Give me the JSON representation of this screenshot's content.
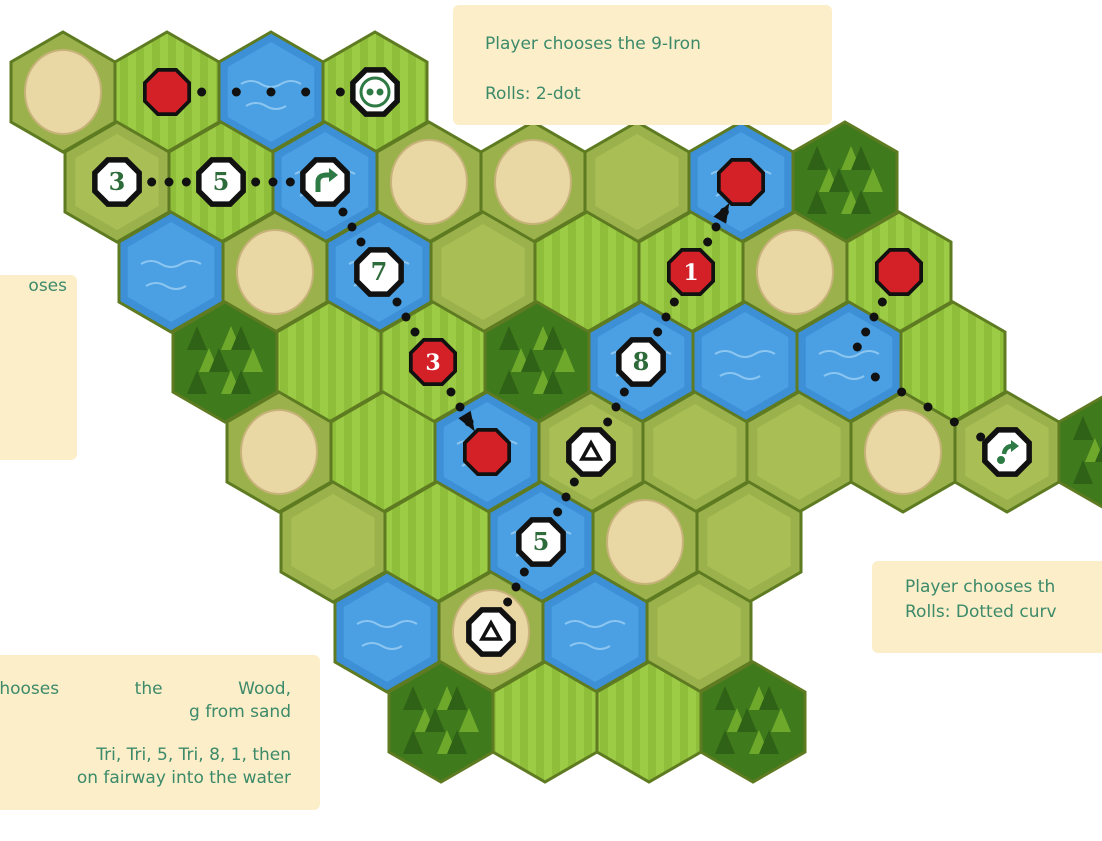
{
  "notes": {
    "top": {
      "line1": "Player chooses the 9-Iron",
      "line2": "Rolls: 2-dot"
    },
    "left": {
      "line1": "oses"
    },
    "right": {
      "line1": "Player chooses th",
      "line2": "Rolls: Dotted curv"
    },
    "bottom": {
      "line1": "chooses   the   Wood,",
      "line2": "g from sand",
      "line3": "Tri, Tri, 5, Tri, 8, 1, then",
      "line4": "on fairway into the water"
    }
  },
  "terrain_colors": {
    "fairway": "#8fbf3a",
    "rough": "#9bb24c",
    "water": "#3d8fd6",
    "sand": "#e9d7a4",
    "trees": "#3f7a1c",
    "outline": "#5e7b22",
    "red_marker": "#d42027"
  },
  "tiles": [
    {
      "row": 0,
      "col": 0,
      "terrain": "sand"
    },
    {
      "row": 0,
      "col": 1,
      "terrain": "fairway"
    },
    {
      "row": 0,
      "col": 2,
      "terrain": "water"
    },
    {
      "row": 0,
      "col": 3,
      "terrain": "fairway"
    },
    {
      "row": 1,
      "col": 0,
      "terrain": "rough"
    },
    {
      "row": 1,
      "col": 1,
      "terrain": "fairway"
    },
    {
      "row": 1,
      "col": 2,
      "terrain": "water"
    },
    {
      "row": 1,
      "col": 3,
      "terrain": "sand"
    },
    {
      "row": 1,
      "col": 4,
      "terrain": "sand"
    },
    {
      "row": 1,
      "col": 5,
      "terrain": "rough"
    },
    {
      "row": 1,
      "col": 6,
      "terrain": "water"
    },
    {
      "row": 1,
      "col": 7,
      "terrain": "trees"
    },
    {
      "row": 2,
      "col": 0,
      "terrain": "water"
    },
    {
      "row": 2,
      "col": 1,
      "terrain": "sand"
    },
    {
      "row": 2,
      "col": 2,
      "terrain": "water"
    },
    {
      "row": 2,
      "col": 3,
      "terrain": "rough"
    },
    {
      "row": 2,
      "col": 4,
      "terrain": "fairway"
    },
    {
      "row": 2,
      "col": 5,
      "terrain": "fairway"
    },
    {
      "row": 2,
      "col": 6,
      "terrain": "sand"
    },
    {
      "row": 2,
      "col": 7,
      "terrain": "fairway"
    },
    {
      "row": 3,
      "col": 0,
      "terrain": "trees"
    },
    {
      "row": 3,
      "col": 1,
      "terrain": "fairway"
    },
    {
      "row": 3,
      "col": 2,
      "terrain": "fairway"
    },
    {
      "row": 3,
      "col": 3,
      "terrain": "trees"
    },
    {
      "row": 3,
      "col": 4,
      "terrain": "water"
    },
    {
      "row": 3,
      "col": 5,
      "terrain": "water"
    },
    {
      "row": 3,
      "col": 6,
      "terrain": "water"
    },
    {
      "row": 3,
      "col": 7,
      "terrain": "fairway"
    },
    {
      "row": 4,
      "col": 0,
      "terrain": "sand"
    },
    {
      "row": 4,
      "col": 1,
      "terrain": "fairway"
    },
    {
      "row": 4,
      "col": 2,
      "terrain": "water"
    },
    {
      "row": 4,
      "col": 3,
      "terrain": "rough"
    },
    {
      "row": 4,
      "col": 4,
      "terrain": "rough"
    },
    {
      "row": 4,
      "col": 5,
      "terrain": "rough"
    },
    {
      "row": 4,
      "col": 6,
      "terrain": "sand"
    },
    {
      "row": 4,
      "col": 7,
      "terrain": "rough"
    },
    {
      "row": 4,
      "col": 8,
      "terrain": "trees"
    },
    {
      "row": 5,
      "col": 0,
      "terrain": "rough"
    },
    {
      "row": 5,
      "col": 1,
      "terrain": "fairway"
    },
    {
      "row": 5,
      "col": 2,
      "terrain": "water"
    },
    {
      "row": 5,
      "col": 3,
      "terrain": "sand"
    },
    {
      "row": 5,
      "col": 4,
      "terrain": "rough"
    },
    {
      "row": 6,
      "col": 0,
      "terrain": "water"
    },
    {
      "row": 6,
      "col": 1,
      "terrain": "sand"
    },
    {
      "row": 6,
      "col": 2,
      "terrain": "water"
    },
    {
      "row": 6,
      "col": 3,
      "terrain": "rough"
    },
    {
      "row": 7,
      "col": 0,
      "terrain": "trees"
    },
    {
      "row": 7,
      "col": 1,
      "terrain": "fairway"
    },
    {
      "row": 7,
      "col": 2,
      "terrain": "fairway"
    },
    {
      "row": 7,
      "col": 3,
      "terrain": "trees"
    }
  ],
  "die_faces": [
    {
      "row": 1,
      "col": 0,
      "kind": "number",
      "label": "3"
    },
    {
      "row": 1,
      "col": 1,
      "kind": "number",
      "label": "5"
    },
    {
      "row": 1,
      "col": 2,
      "kind": "curve-arrow",
      "label": ""
    },
    {
      "row": 0,
      "col": 3,
      "kind": "two-dot",
      "label": ""
    },
    {
      "row": 2,
      "col": 2,
      "kind": "number",
      "label": "7"
    },
    {
      "row": 3,
      "col": 4,
      "kind": "number",
      "label": "8"
    },
    {
      "row": 4,
      "col": 3,
      "kind": "triangle",
      "label": ""
    },
    {
      "row": 5,
      "col": 2,
      "kind": "number",
      "label": "5"
    },
    {
      "row": 6,
      "col": 1,
      "kind": "triangle",
      "label": ""
    },
    {
      "row": 4,
      "col": 7,
      "kind": "dotted-curve",
      "label": ""
    }
  ],
  "red_markers": [
    {
      "row": 0,
      "col": 1,
      "label": ""
    },
    {
      "row": 1,
      "col": 6,
      "label": ""
    },
    {
      "row": 2,
      "col": 5,
      "label": "1"
    },
    {
      "row": 2,
      "col": 7,
      "label": ""
    },
    {
      "row": 3,
      "col": 2,
      "label": "3"
    },
    {
      "row": 4,
      "col": 2,
      "label": ""
    }
  ]
}
